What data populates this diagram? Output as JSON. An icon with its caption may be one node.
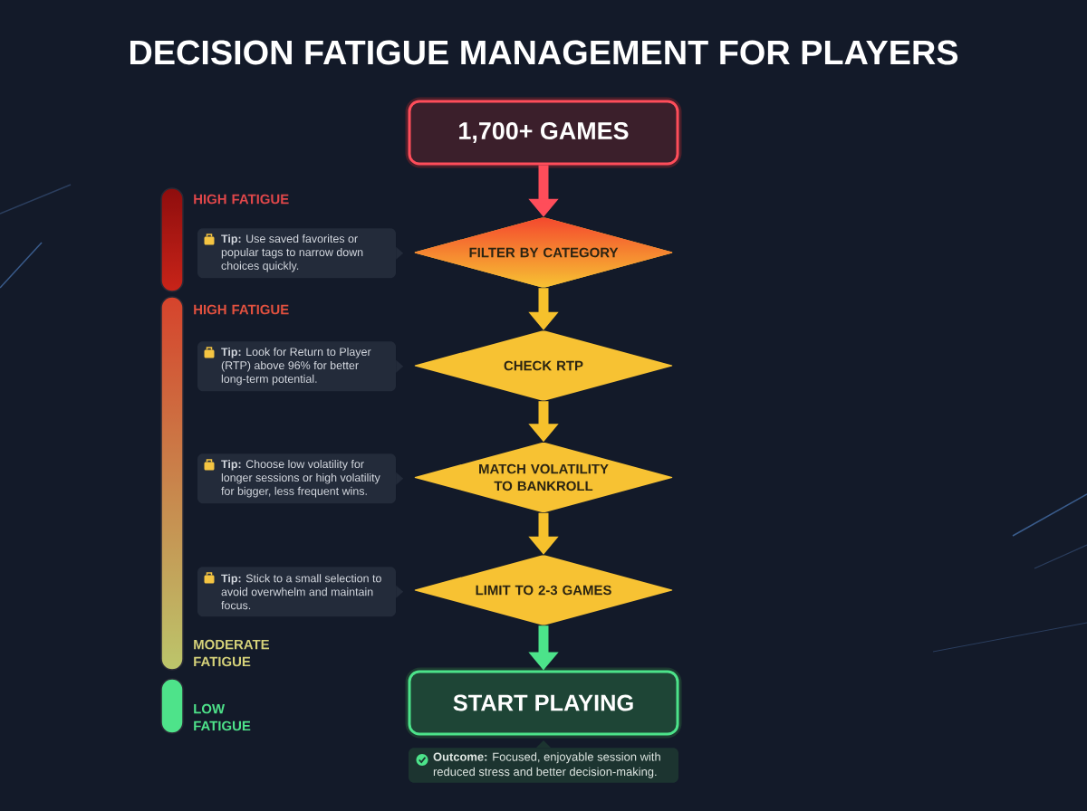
{
  "diagram": {
    "title": "DECISION FATIGUE MANAGEMENT FOR PLAYERS",
    "nodes": [
      {
        "text": [
          "1,700+ GAMES"
        ]
      },
      {
        "text": [
          "FILTER BY CATEGORY"
        ]
      },
      {
        "text": [
          "CHECK RTP"
        ]
      },
      {
        "text": [
          "MATCH VOLATILITY TO BANKROLL"
        ]
      },
      {
        "text": [
          "LIMIT TO 2-3 GAMES"
        ]
      },
      {
        "text": [
          "START PLAYING"
        ]
      },
      {
        "text": [
          "**Tip:** Use saved favorites or popular tags to narrow down choices quickly."
        ]
      },
      {
        "text": [
          "**Tip:** Look for Return to Player (RTP) above 96% for better long-term potential."
        ]
      },
      {
        "text": [
          "**Tip:** Choose low volatility for longer sessions or high volatility for bigger, less frequent wins."
        ]
      },
      {
        "text": [
          "**Tip:** Stick to a small selection to avoid overwhelm and maintain focus."
        ]
      },
      {
        "text": [
          "**Outcome:** Focused, enjoyable session with reduced stress and better decision-making."
        ]
      }
    ],
    "edges": [
      {
        "from": 0,
        "to": 1,
        "arrow": "to",
        "color": "#ff4d5a"
      },
      {
        "from": 1,
        "to": 2,
        "arrow": "to"
      },
      {
        "from": 2,
        "to": 3,
        "arrow": "to"
      },
      {
        "from": 3,
        "to": 4,
        "arrow": "to"
      },
      {
        "from": 4,
        "to": 5,
        "arrow": "to",
        "color": "#4ce38a"
      }
    ],
    "labels": [
      "HIGH FATIGUE",
      "HIGH FATIGUE",
      "MODERATE FATIGUE",
      "LOW FATIGUE"
    ]
  }
}
